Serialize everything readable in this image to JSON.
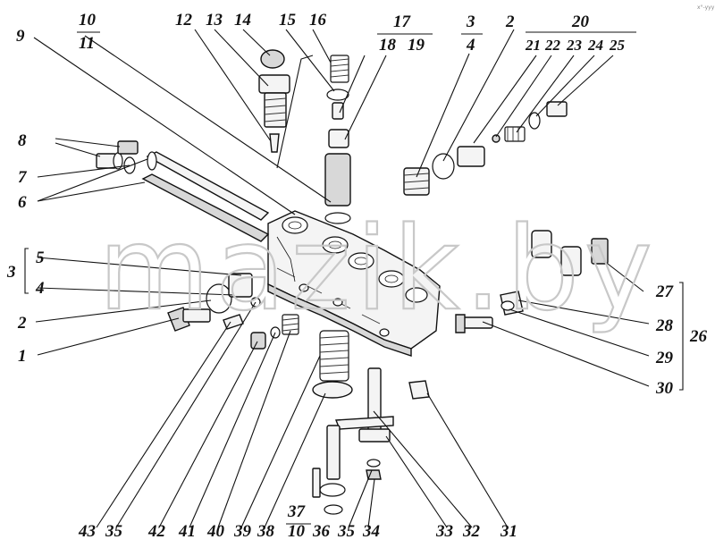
{
  "watermark": "mazik.by",
  "corner_mark": "x°-yyy",
  "callouts": {
    "c1": "1",
    "c2": "2",
    "c2b": "2",
    "c3": "3",
    "c3b": "3",
    "c4": "4",
    "c4b": "4",
    "c5": "5",
    "c6": "6",
    "c7": "7",
    "c8": "8",
    "c9": "9",
    "c10": "10",
    "c10b": "10",
    "c11": "11",
    "c12": "12",
    "c13": "13",
    "c14": "14",
    "c15": "15",
    "c16": "16",
    "c17": "17",
    "c18": "18",
    "c19": "19",
    "c20": "20",
    "c21": "21",
    "c22": "22",
    "c23": "23",
    "c24": "24",
    "c25": "25",
    "c26": "26",
    "c27": "27",
    "c28": "28",
    "c29": "29",
    "c30": "30",
    "c31": "31",
    "c32": "32",
    "c33": "33",
    "c34": "34",
    "c35": "35",
    "c35b": "35",
    "c36": "36",
    "c37": "37",
    "c38": "38",
    "c39": "39",
    "c40": "40",
    "c41": "41",
    "c42": "42",
    "c43": "43"
  }
}
